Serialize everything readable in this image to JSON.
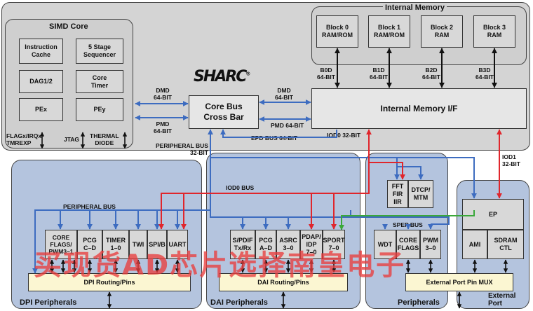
{
  "simd_core": {
    "title": "SIMD Core",
    "blocks": [
      "Instruction\nCache",
      "5 Stage\nSequencer",
      "DAG1/2",
      "Core\nTimer",
      "PEx",
      "PEy"
    ],
    "flag_label": "FLAGx/IRQx/\nTMREXP",
    "jtag_label": "JTAG",
    "thermal_label": "THERMAL\nDIODE"
  },
  "sharc_logo": "SHARC",
  "internal_memory": {
    "title": "Internal Memory",
    "blocks": [
      "Block 0\nRAM/ROM",
      "Block 1\nRAM/ROM",
      "Block 2\nRAM",
      "Block 3\nRAM"
    ],
    "bus_labels": [
      "B0D\n64-BIT",
      "B1D\n64-BIT",
      "B2D\n64-BIT",
      "B3D\n64-BIT"
    ],
    "interface": "Internal Memory I/F"
  },
  "core_bus": {
    "label": "Core Bus\nCross Bar",
    "dmd_left": "DMD\n64-BIT",
    "pmd_left": "PMD\n64-BIT",
    "dmd_right": "DMD\n64-BIT",
    "pmd_right": "PMD 64-BIT",
    "epd_bus": "EPD BUS 64-BIT",
    "iod0_32": "IOD0 32-BIT",
    "peripheral_bus_32": "PERIPHERAL BUS\n32-BIT",
    "iod1_32": "IOD1\n32-BIT"
  },
  "dpi": {
    "title": "DPI Peripherals",
    "peripheral_bus": "PERIPHERAL BUS",
    "blocks": [
      "CORE\nFLAGS/\nPWM3–1",
      "PCG\nC–D",
      "TIMER\n1–0",
      "TWI",
      "SPI/B",
      "UART"
    ],
    "routing": "DPI Routing/Pins"
  },
  "dai": {
    "title": "DAI Peripherals",
    "iod0_bus": "IOD0 BUS",
    "blocks": [
      "S/PDIF\nTx/Rx",
      "PCG\nA–D",
      "ASRC\n3–0",
      "PDAP/\nIDP\n7–0",
      "SPORT\n7–0"
    ],
    "routing": "DAI Routing/Pins"
  },
  "peripherals": {
    "title": "Peripherals",
    "fft": "FFT\nFIR\nIIR",
    "dtcp": "DTCP/\nMTM",
    "spep_bus": "SPEP BUS",
    "blocks": [
      "WDT",
      "CORE\nFLAGS",
      "PWM\n3–0"
    ]
  },
  "external_port": {
    "title": "External\nPort",
    "ep": "EP",
    "ami": "AMI",
    "sdram": "SDRAM\nCTL",
    "mux": "External Port Pin MUX"
  },
  "watermark": "买现货AD芯片选择南皇电子",
  "colors": {
    "blue_bus": "#3d6cc0",
    "red_bus": "#e0262c",
    "green_bus": "#3aa83a",
    "panel_gray": "#d4d4d4",
    "panel_blue": "#b4c4de",
    "routing": "#fbf6d2"
  }
}
